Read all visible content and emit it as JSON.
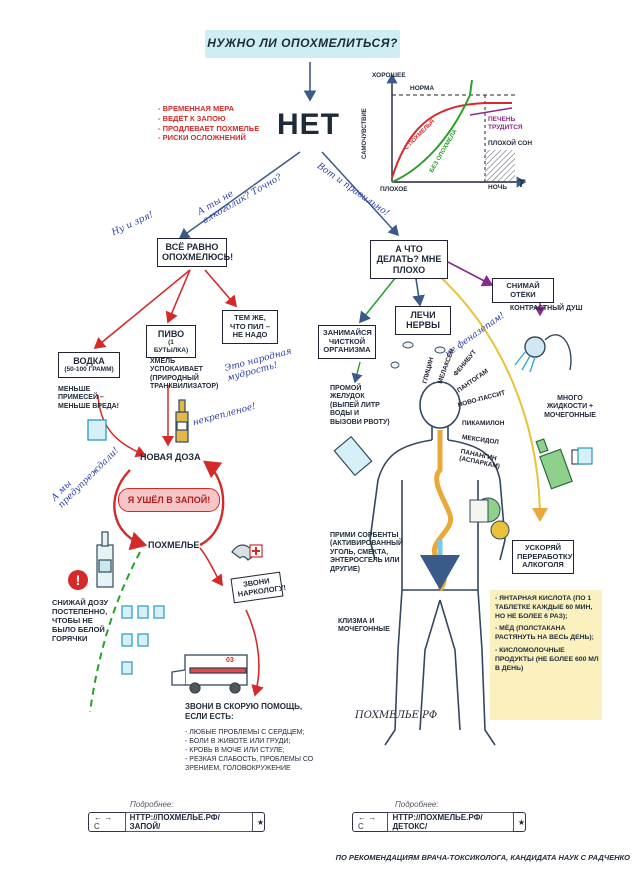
{
  "title": "НУЖНО ЛИ ОПОХМЕЛИТЬСЯ?",
  "answer": "НЕТ",
  "reasons": [
    "- ВРЕМЕННАЯ МЕРА",
    "- ВЕДЁТ К ЗАПОЮ",
    "- ПРОДЛЕВАЕТ ПОХМЕЛЬЕ",
    "- РИСКИ ОСЛОЖНЕНИЙ"
  ],
  "graph": {
    "y_top": "ХОРОШЕЕ",
    "y_bottom": "ПЛОХОЕ",
    "y_label": "САМОЧУВСТВИЕ",
    "norm": "НОРМА",
    "liver": "ПЕЧЕНЬ ТРУДИТСЯ",
    "bad_sleep": "ПЛОХОЙ СОН",
    "night": "НОЧЬ",
    "t": "t",
    "red_curve": "С ПОХМЕЛЬЯ",
    "green_curve": "БЕЗ ОПОХМЕЛА"
  },
  "hand": {
    "left_question": "А ты не алкоголик? Точно?",
    "right_answer": "Вот и правильно!",
    "nu_i_zrya": "Ну и зря!",
    "narodnaya": "Это народная мудрость!",
    "nekreplenoe": "некрепленое!",
    "preduprezhdali": "А мы предупреждали!",
    "ne_tenazepam": "не феназепам!"
  },
  "left": {
    "main": "ВСЁ РАВНО ОПОХМЕЛЮСЬ!",
    "vodka_title": "ВОДКА",
    "vodka_sub": "(50-100 ГРАММ)",
    "vodka_note": "МЕНЬШЕ ПРИМЕСЕЙ – МЕНЬШЕ ВРЕДА!",
    "beer_title": "ПИВО",
    "beer_sub": "(1 БУТЫЛКА)",
    "beer_note": "ХМЕЛЬ УСПОКАИВАЕТ (ПРИРОДНЫЙ ТРАНКВИЛИЗАТОР)",
    "same": "ТЕМ ЖЕ, ЧТО ПИЛ – НЕ НАДО",
    "new_dose": "НОВАЯ ДОЗА",
    "binge": "Я УШЁЛ В ЗАПОЙ!",
    "hangover": "ПОХМЕЛЬЕ",
    "reduce": "СНИЖАЙ ДОЗУ ПОСТЕПЕННО, ЧТОБЫ НЕ БЫЛО БЕЛОЙ ГОРЯЧКИ",
    "narcolog": "ЗВОНИ НАРКОЛОГУ!",
    "ambulance_title": "ЗВОНИ В СКОРУЮ ПОМОЩЬ, ЕСЛИ ЕСТЬ:",
    "ambulance_list": [
      "- ЛЮБЫЕ ПРОБЛЕМЫ С СЕРДЦЕМ;",
      "- БОЛИ В ЖИВОТЕ ИЛИ ГРУДИ;",
      "- КРОВЬ В МОЧЕ ИЛИ СТУЛЕ;",
      "- РЕЗКАЯ СЛАБОСТЬ, ПРОБЛЕМЫ СО ЗРЕНИЕМ, ГОЛОВОКРУЖЕНИЕ"
    ],
    "ambulance_badge": "03"
  },
  "right": {
    "main": "А ЧТО ДЕЛАТЬ? МНЕ ПЛОХО",
    "cleanse": "ЗАНИМАЙСЯ ЧИСТКОЙ ОРГАНИЗМА",
    "nerves": "ЛЕЧИ НЕРВЫ",
    "swelling": "СНИМАЙ ОТЁКИ",
    "shower": "КОНТРАСТНЫЙ ДУШ",
    "water": "МНОГО ЖИДКОСТИ + МОЧЕГОННЫЕ",
    "stomach": "ПРОМОЙ ЖЕЛУДОК (ВЫПЕЙ ЛИТР ВОДЫ И ВЫЗОВИ РВОТУ)",
    "sorbents": "ПРИМИ СОРБЕНТЫ (АКТИВИРОВАННЫЙ УГОЛЬ, СМЕКТА, ЭНТЕРОСГЕЛЬ ИЛИ ДРУГИЕ)",
    "enema": "КЛИЗМА И МОЧЕГОННЫЕ",
    "speed": "УСКОРЯЙ ПЕРЕРАБОТКУ АЛКОГОЛЯ",
    "speed_list": [
      "- ЯНТАРНАЯ КИСЛОТА (ПО 1 ТАБЛЕТКЕ КАЖДЫЕ 60 МИН, НО НЕ БОЛЕЕ 6 РАЗ);",
      "- МЁД (ПОЛСТАКАНА РАСТЯНУТЬ НА ВЕСЬ ДЕНЬ);",
      "- КИСЛОМОЛОЧНЫЕ ПРОДУКТЫ (НЕ БОЛЕЕ 600 МЛ В ДЕНЬ)"
    ],
    "meds": [
      "ГЛИЦИН",
      "МЕЛАКСЕН",
      "ФЕНИБУТ",
      "ПАНТОГАМ",
      "НОВО-ПАССИТ",
      "ПИКАМИЛОН",
      "МЕКСИДОЛ",
      "ПАНАНГИН (АСПАРКАМ)"
    ],
    "signature": "ПОХМЕЛЬЕ.РФ"
  },
  "links": {
    "more": "Подробнее:",
    "url_left": "HTTP://ПОХМЕЛЬЕ.РФ/ЗАПОЙ/",
    "url_right": "HTTP://ПОХМЕЛЬЕ.РФ/ДЕТОКС/",
    "nav": "← → C",
    "star": "★"
  },
  "footer": "ПО РЕКОМЕНДАЦИЯМ ВРАЧА-ТОКСИКОЛОГА, КАНДИДАТА НАУК С РАДЧЕНКО",
  "colors": {
    "red": "#d42a2a",
    "green": "#2aa02a",
    "purple": "#8a2a8a",
    "blue": "#2b3ea6",
    "teal": "#3aa6b8",
    "yellow": "#e8c23a",
    "highlight": "#d9f1f4"
  }
}
